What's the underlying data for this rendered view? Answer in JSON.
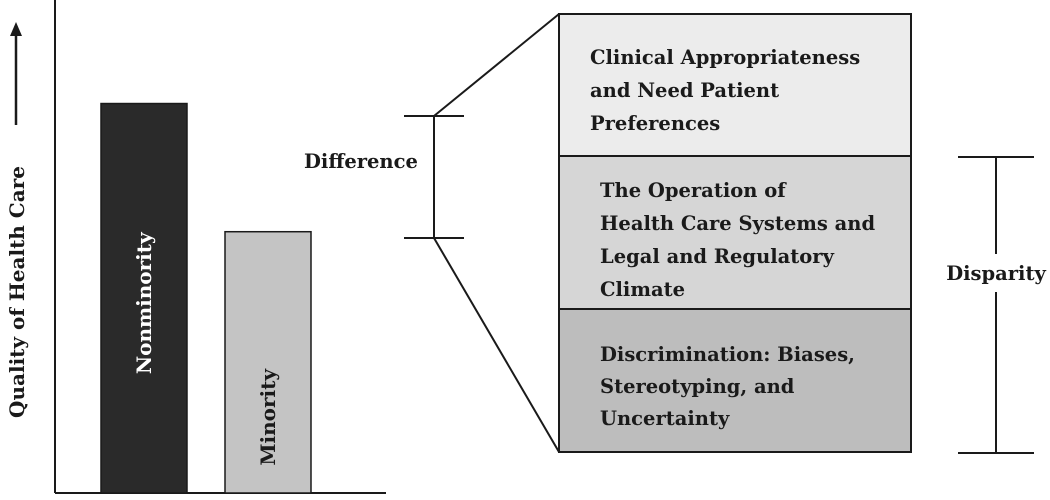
{
  "y_axis_label": "Quality of Health Care",
  "bars": [
    {
      "label": "Nonminority",
      "quality": 0.79,
      "fill": "#2a2a2a",
      "label_color": "#ffffff"
    },
    {
      "label": "Minority",
      "quality": 0.53,
      "fill": "#c4c4c4",
      "label_color": "#1a1a1a"
    }
  ],
  "difference_label": "Difference",
  "disparity_label": "Disparity",
  "boxes": [
    {
      "lines": [
        "Clinical Appropriateness",
        "and Need Patient",
        "Preferences"
      ],
      "fill": "#ececec"
    },
    {
      "lines": [
        "The Operation of",
        "Health Care Systems and",
        "Legal and Regulatory",
        "Climate"
      ],
      "fill": "#d6d6d6"
    },
    {
      "lines": [
        "Discrimination: Biases,",
        "Stereotyping, and",
        "Uncertainty"
      ],
      "fill": "#bdbdbd"
    }
  ],
  "colors": {
    "line": "#1a1a1a",
    "text": "#1a1a1a"
  }
}
